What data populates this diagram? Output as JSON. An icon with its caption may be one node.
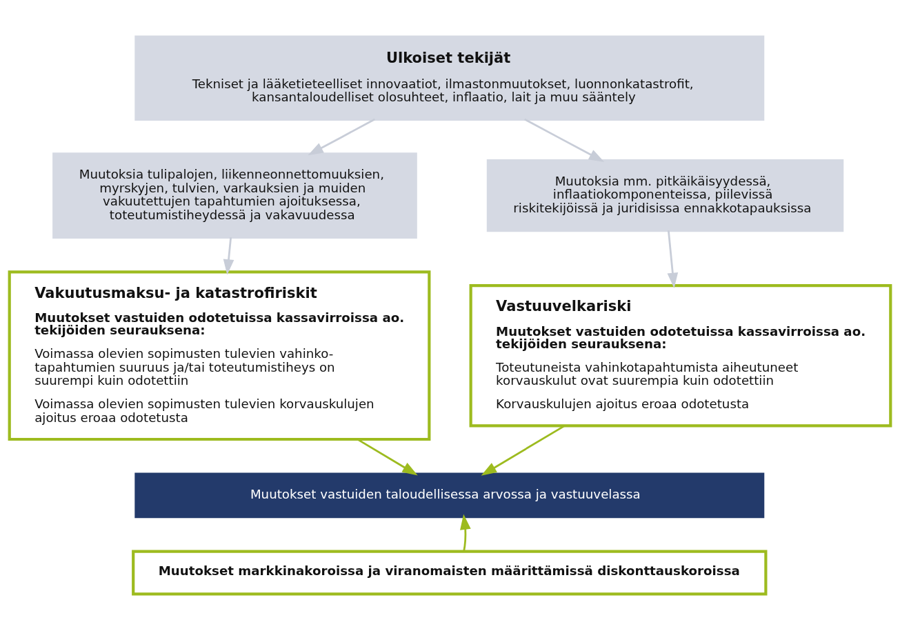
{
  "diagram": {
    "nodes": [
      {
        "text": [
          "Ulkoiset tekijät",
          "Tekniset ja lääketieteelliset innovaatiot, ilmastonmuutokset, luonnonkatastrofit, kansantaloudelliset olosuhteet, inflaatio, lait ja muu sääntely"
        ]
      },
      {
        "text": [
          "Muutoksia tulipalojen, liikenneonnettomuuksien, myrskyjen, tulvien, varkauksien ja muiden vakuutettujen tapahtumien ajoituksessa, toteutumistiheydessä ja vakavuudessa"
        ]
      },
      {
        "text": [
          "Muutoksia mm. pitkäikäisyydessä, inflaatiokomponenteissa, piilevissä riskitekijöissä ja juridisissa ennakkotapauksissa"
        ]
      },
      {
        "text": [
          "Vakuutusmaksu- ja katastrofiriskit",
          "Muutokset vastuiden odotetuissa kassavirroissa ao. tekijöiden seurauksena:",
          "Voimassa olevien sopimusten tulevien vahinko-tapahtumien suuruus ja/tai toteutumistiheys on suurempi kuin odotettiin",
          "Voimassa olevien sopimusten tulevien korvauskulujen ajoitus eroaa odotetusta"
        ]
      },
      {
        "text": [
          "Vastuuvelkariski",
          "Muutokset vastuiden odotetuissa kassavirroissa ao. tekijöiden seurauksena:",
          "Toteutuneista vahinkotapahtumista aiheutuneet korvauskulut ovat suurempia kuin odotettiin",
          "Korvauskulujen ajoitus eroaa odotetusta"
        ]
      },
      {
        "text": [
          "Muutokset vastuiden taloudellisessa arvossa ja vastuuvelassa"
        ]
      },
      {
        "text": [
          "Muutokset markkinakoroissa ja viranomaisten määrittämissä diskonttauskoroissa"
        ]
      }
    ],
    "edges": [
      {
        "from": 0,
        "to": 1,
        "arrow": "to"
      },
      {
        "from": 0,
        "to": 2,
        "arrow": "to"
      },
      {
        "from": 1,
        "to": 3,
        "arrow": "to"
      },
      {
        "from": 2,
        "to": 4,
        "arrow": "to"
      },
      {
        "from": 3,
        "to": 5,
        "arrow": "to",
        "color": "#9dbb1f"
      },
      {
        "from": 4,
        "to": 5,
        "arrow": "to",
        "color": "#9dbb1f"
      },
      {
        "from": 6,
        "to": 5,
        "arrow": "to",
        "color": "#9dbb1f"
      }
    ]
  }
}
